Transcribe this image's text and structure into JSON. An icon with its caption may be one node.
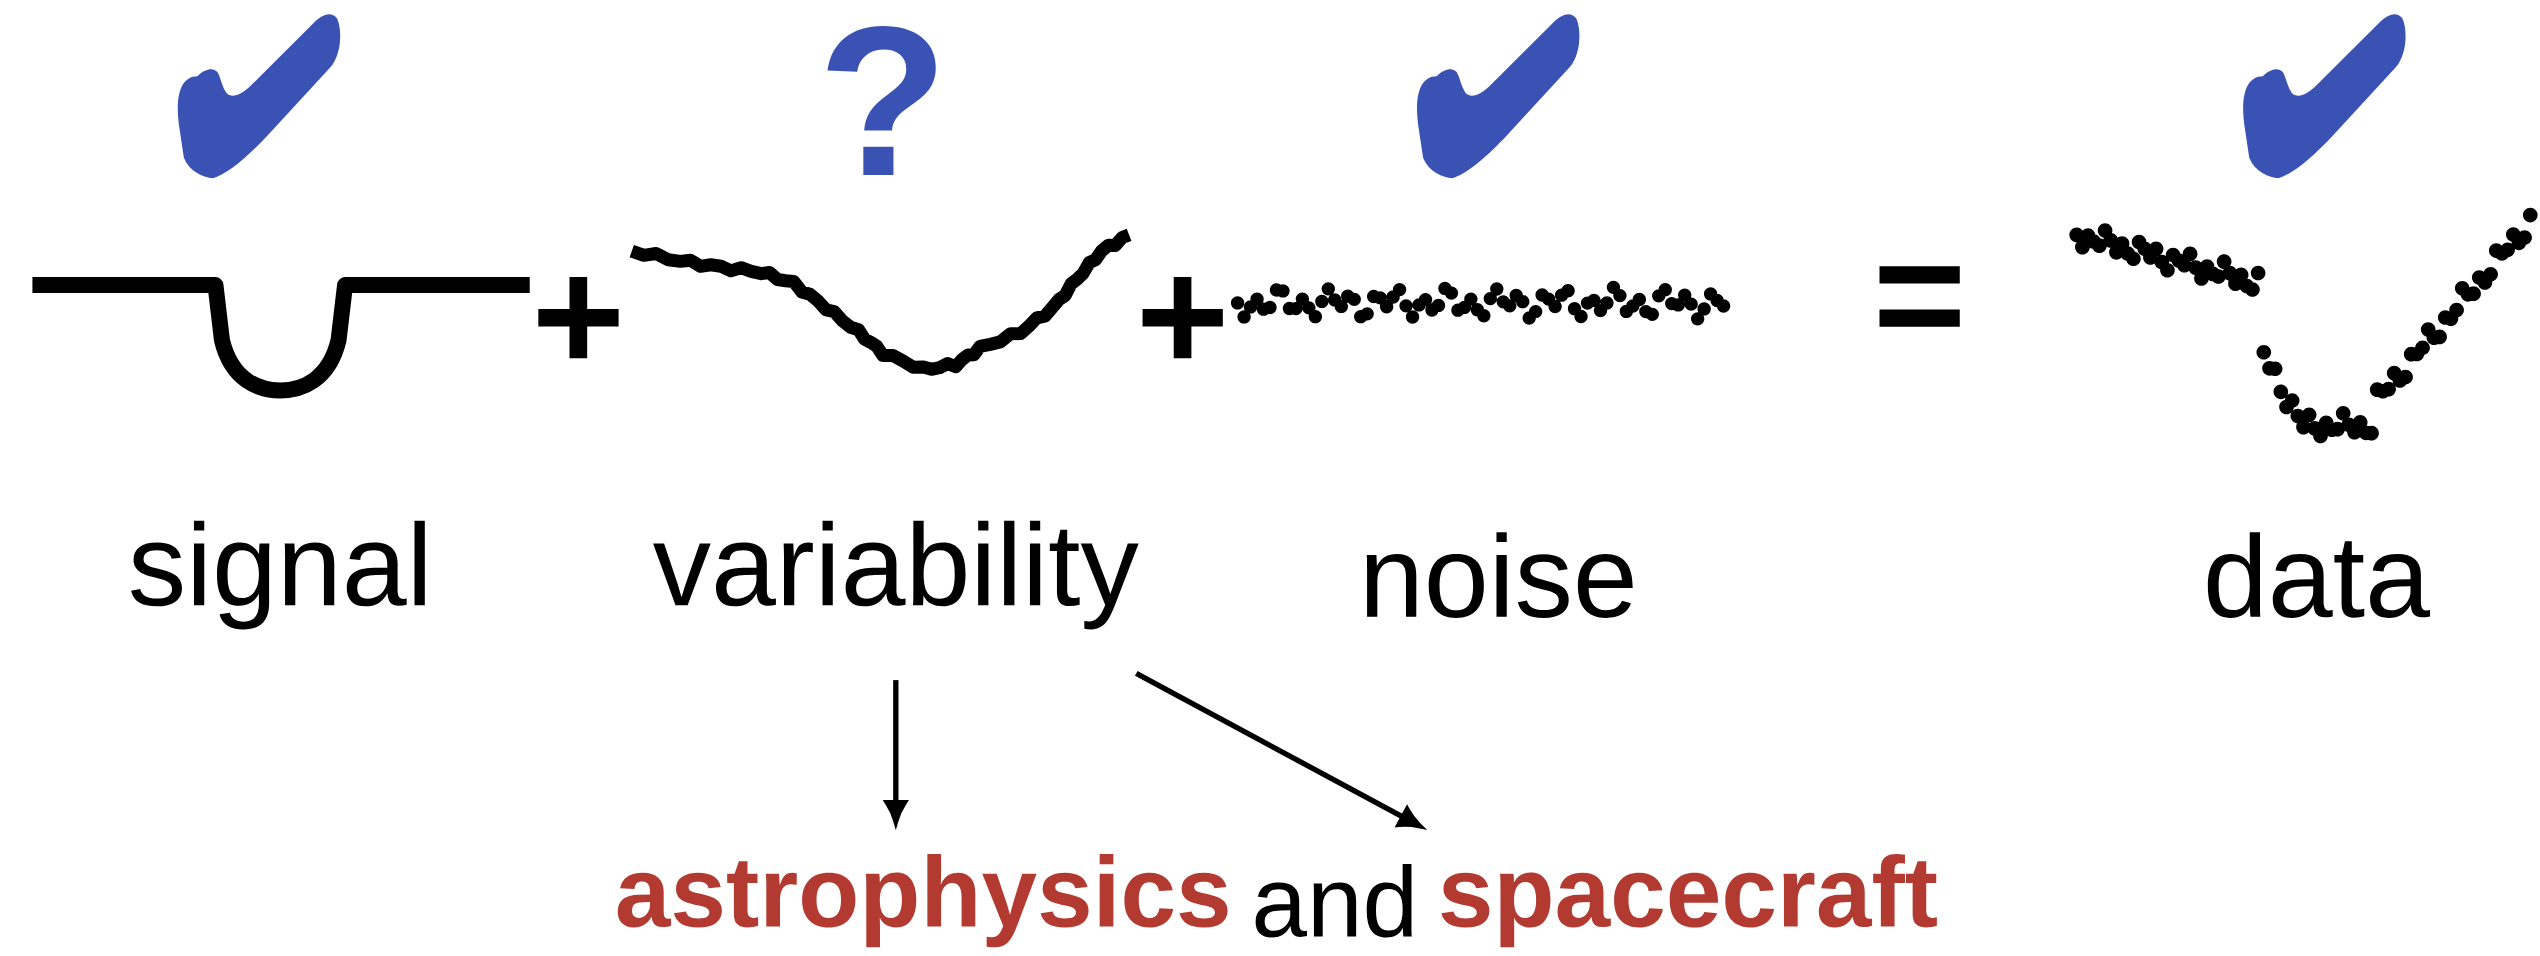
{
  "diagram": {
    "nodes": [
      {
        "text": [
          "signal"
        ]
      },
      {
        "text": [
          "variability"
        ]
      },
      {
        "text": [
          "noise"
        ]
      },
      {
        "text": [
          "data"
        ]
      },
      {
        "text": [
          "astrophysics"
        ]
      },
      {
        "text": [
          "spacecraft"
        ]
      }
    ],
    "edges": [
      {
        "from": 1,
        "to": 4,
        "arrow": "to"
      },
      {
        "from": 1,
        "to": 5,
        "arrow": "to"
      }
    ],
    "labels": [
      "?",
      "+",
      "+",
      "=",
      "and"
    ]
  }
}
